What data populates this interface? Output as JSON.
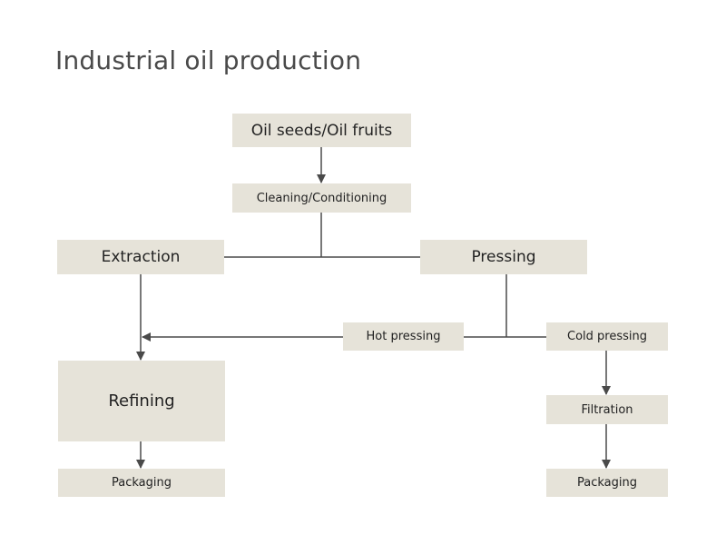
{
  "title": "Industrial oil production",
  "nodes": {
    "oil_seeds": "Oil seeds/Oil fruits",
    "cleaning": "Cleaning/Conditioning",
    "extraction": "Extraction",
    "pressing": "Pressing",
    "hot_pressing": "Hot pressing",
    "cold_pressing": "Cold pressing",
    "refining": "Refining",
    "filtration": "Filtration",
    "packaging_left": "Packaging",
    "packaging_right": "Packaging"
  },
  "colors": {
    "box_fill": "#e6e3d9",
    "line": "#4a4a4a",
    "title": "#4a4a4a"
  }
}
